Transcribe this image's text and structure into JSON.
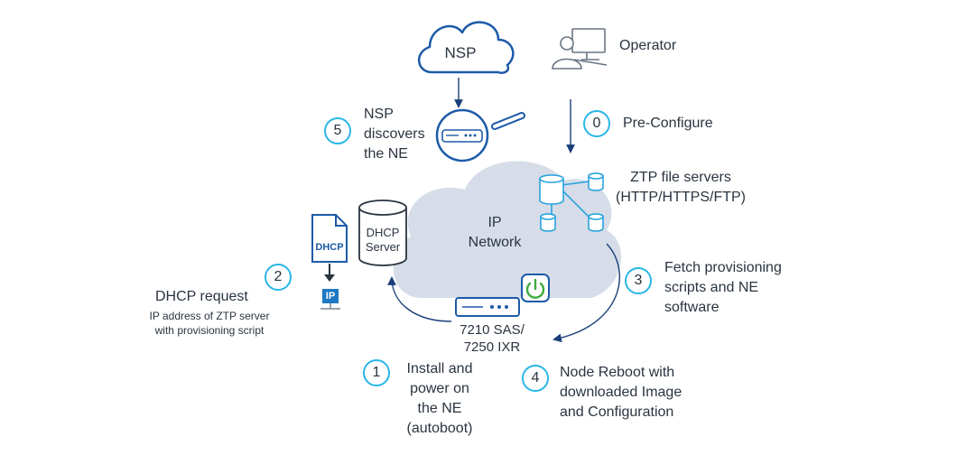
{
  "nsp_cloud_label": "NSP",
  "operator": {
    "label": "Operator"
  },
  "steps": [
    {
      "num": "0",
      "text": "Pre-Configure"
    },
    {
      "num": "1",
      "lines": [
        "Install and",
        "power on",
        "the NE",
        "(autoboot)"
      ]
    },
    {
      "num": "2",
      "title": "DHCP request",
      "sub_lines": [
        "IP address of ZTP server",
        "with provisioning script"
      ]
    },
    {
      "num": "3",
      "lines": [
        "Fetch provisioning",
        "scripts and NE",
        "software"
      ]
    },
    {
      "num": "4",
      "lines": [
        "Node Reboot with",
        "downloaded Image",
        "and Configuration"
      ]
    },
    {
      "num": "5",
      "lines": [
        "NSP",
        "discovers",
        "the NE"
      ]
    }
  ],
  "ip_network": {
    "lines": [
      "IP",
      "Network"
    ]
  },
  "ztp_servers": {
    "lines": [
      "ZTP file servers",
      "(HTTP/HTTPS/FTP)"
    ]
  },
  "dhcp_server": {
    "lines": [
      "DHCP",
      "Server"
    ]
  },
  "dhcp_doc_label": "DHCP",
  "ip_badge": "IP",
  "node": {
    "lines": [
      "7210 SAS/",
      "7250 IXR"
    ]
  },
  "colors": {
    "arrow": "#1a3f7a",
    "icon_blue": "#1d5aa8",
    "step_ring": "#29b6e8",
    "cloud_fill": "#d6dde8",
    "power_green": "#3cab3c"
  }
}
